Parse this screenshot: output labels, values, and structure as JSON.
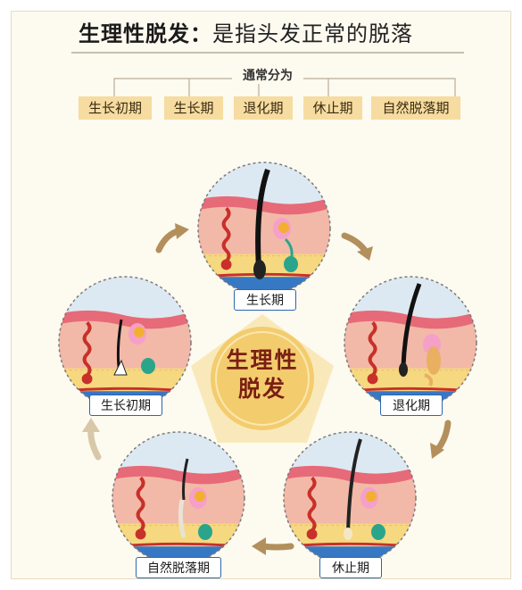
{
  "title": {
    "main": "生理性脱发：",
    "sub": "是指头发正常的脱落"
  },
  "category_label": "通常分为",
  "phases": [
    "生长初期",
    "生长期",
    "退化期",
    "休止期",
    "自然脱落期"
  ],
  "center_label_line1": "生理性",
  "center_label_line2": "脱发",
  "stages": {
    "top": "生长期",
    "right": "退化期",
    "bottom_right": "休止期",
    "bottom_left": "自然脱落期",
    "left": "生长初期"
  },
  "colors": {
    "skin": "#f2b9a8",
    "epidermis": "#e76a78",
    "fat": "#f6d880",
    "vessel": "#c8302a",
    "gland": "#2aa58c",
    "arrow": "#b38f5c",
    "badge": "#f3cc6e"
  }
}
